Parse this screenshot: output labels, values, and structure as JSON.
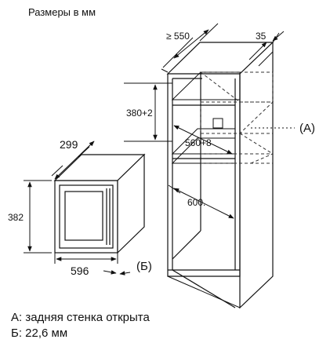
{
  "header": {
    "title": "Размеры в мм"
  },
  "dimensions": {
    "appliance_depth": "299",
    "appliance_height": "382",
    "appliance_width": "596",
    "cabinet_depth": "≥ 550",
    "rear_gap": "35",
    "niche_height": "380+2",
    "niche_width": "560+8",
    "cabinet_inner_width": "600."
  },
  "callouts": {
    "a": "(А)",
    "b": "(Б)"
  },
  "legend": {
    "a": "А: задняя стенка открыта",
    "b": "Б: 22,6 мм"
  },
  "colors": {
    "line": "#111111",
    "dashed": "#333333",
    "background": "#ffffff"
  }
}
